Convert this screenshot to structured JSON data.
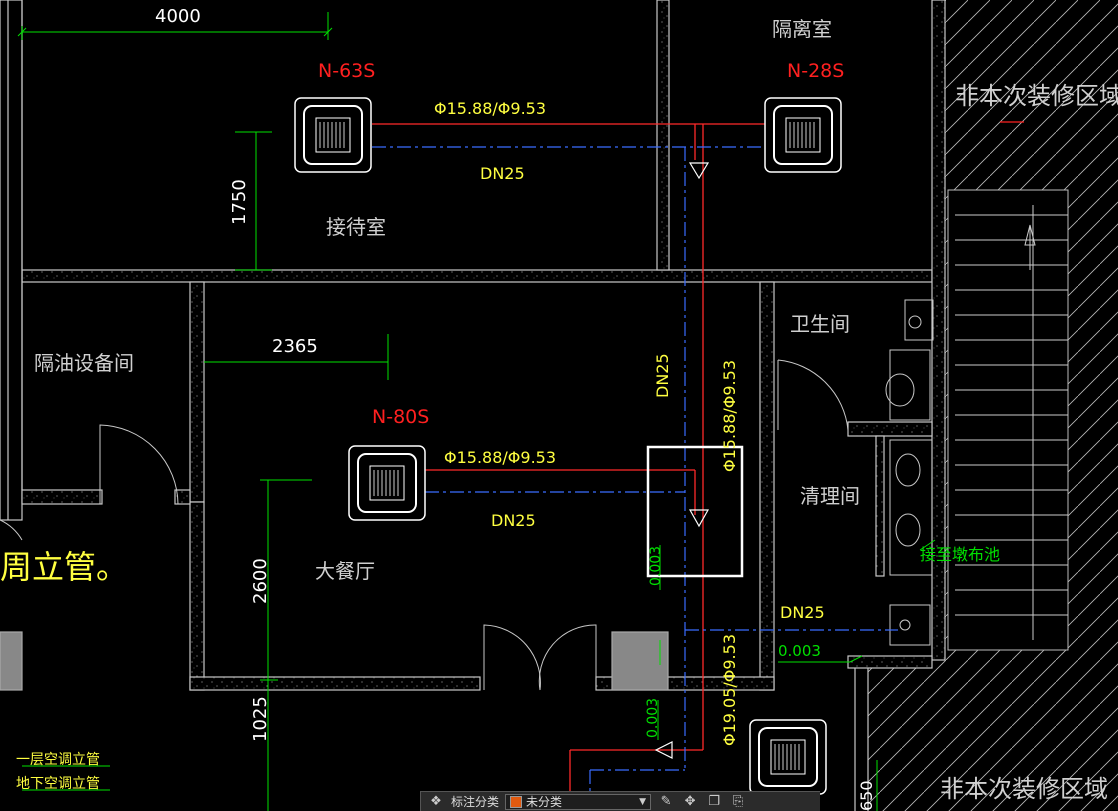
{
  "drawing": {
    "dimensions": [
      "4000",
      "1750",
      "2365",
      "2600",
      "1025",
      "650"
    ],
    "equipment_tags": [
      "N-63S",
      "N-28S",
      "N-80S"
    ],
    "pipe_labels": {
      "refrigerant_1": "Φ15.88/Φ9.53",
      "refrigerant_2": "Φ15.88/Φ9.53",
      "refrigerant_vertical": "Φ15.88/Φ9.53",
      "refrigerant_lower": "Φ19.05/Φ9.53",
      "drain_1": "DN25",
      "drain_2": "DN25",
      "drain_vertical": "DN25",
      "drain_right": "DN25",
      "slope_1": "0.003",
      "slope_2": "0.003",
      "slope_3": "0.003"
    },
    "rooms": {
      "isolation": "隔离室",
      "reception": "接待室",
      "grease_room": "隔油设备间",
      "dining_hall": "大餐厅",
      "restroom": "卫生间",
      "cleaning": "清理间",
      "not_in_scope_top": "非本次装修区域",
      "not_in_scope_bottom": "非本次装修区域"
    },
    "notes": {
      "riser_fragment": "周立管。",
      "to_mop_sink": "接至墩布池",
      "legend_1": "一层空调立管",
      "legend_2": "地下空调立管"
    },
    "colors": {
      "wall": "#c8c8c8",
      "dimension": "#00e000",
      "tag": "#ff2020",
      "pipe_refrigerant": "#ff2a2a",
      "pipe_drain": "#3a6cff",
      "label": "#ffff40",
      "room_text": "#d0d0d0",
      "selection": "#ffffff"
    }
  },
  "toolbar": {
    "label": "标注分类",
    "select_value": "未分类",
    "swatch_color": "#e05a10",
    "icons": [
      "layers-icon",
      "brush-icon",
      "move-icon",
      "copy-icon",
      "paste-icon"
    ]
  }
}
